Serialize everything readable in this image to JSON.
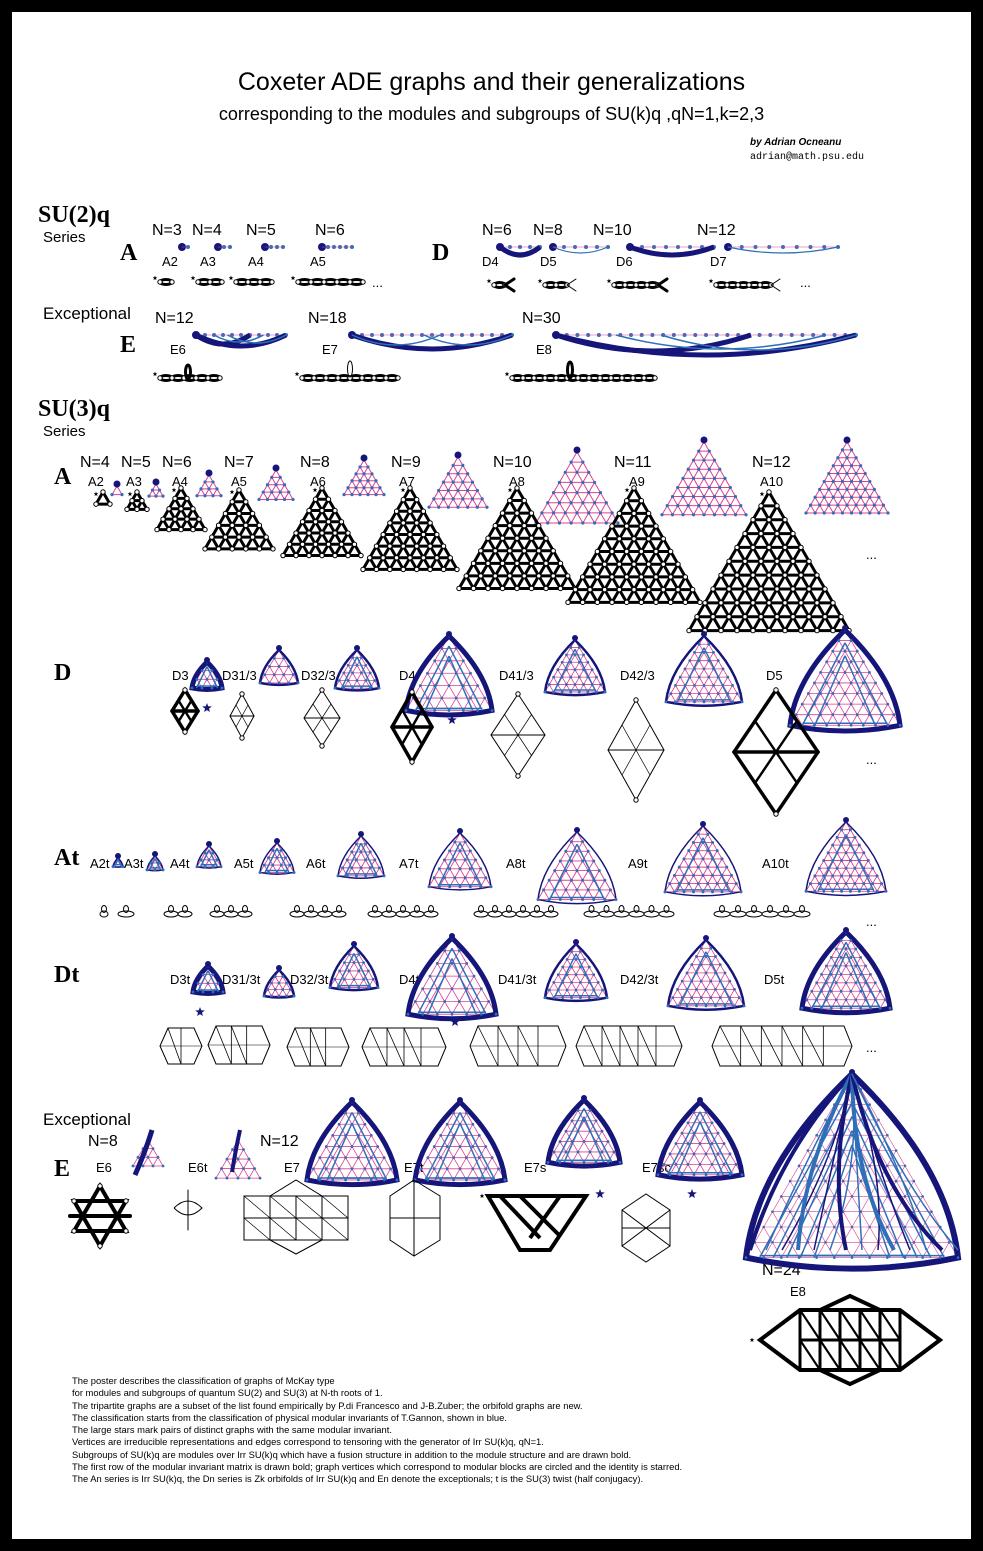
{
  "title": "Coxeter ADE graphs and their generalizations",
  "subtitle": "corresponding to the modules and subgroups of SU(k)q ,qN=1,k=2,3",
  "author": "by Adrian Ocneanu",
  "email": "adrian@math.psu.edu",
  "colors": {
    "navy": "#15157a",
    "blue": "#2f6fb8",
    "pink": "#e0408f",
    "black": "#000000"
  },
  "su2": {
    "heading": "SU(2)q",
    "series_label": "Series",
    "exceptional_label": "Exceptional",
    "A": {
      "letter": "A",
      "n_labels": [
        "N=3",
        "N=4",
        "N=5",
        "N=6"
      ],
      "graphs": [
        "A2",
        "A3",
        "A4",
        "A5"
      ],
      "more": "..."
    },
    "D": {
      "letter": "D",
      "n_labels": [
        "N=6",
        "N=8",
        "N=10",
        "N=12"
      ],
      "graphs": [
        "D4",
        "D5",
        "D6",
        "D7"
      ],
      "more": "..."
    },
    "E": {
      "letter": "E",
      "n_labels": [
        "N=12",
        "N=18",
        "N=30"
      ],
      "graphs": [
        "E6",
        "E7",
        "E8"
      ]
    }
  },
  "su3": {
    "heading": "SU(3)q",
    "series_label": "Series",
    "exceptional_label": "Exceptional",
    "A": {
      "letter": "A",
      "n_labels": [
        "N=4",
        "N=5",
        "N=6",
        "N=7",
        "N=8",
        "N=9",
        "N=10",
        "N=11",
        "N=12"
      ],
      "graphs": [
        "A2",
        "A3",
        "A4",
        "A5",
        "A6",
        "A7",
        "A8",
        "A9",
        "A10"
      ],
      "more": "..."
    },
    "D": {
      "letter": "D",
      "graphs": [
        "D3",
        "D31/3",
        "D32/3",
        "D4",
        "D41/3",
        "D42/3",
        "D5"
      ],
      "more": "..."
    },
    "At": {
      "letter": "At",
      "graphs": [
        "A2t",
        "A3t",
        "A4t",
        "A5t",
        "A6t",
        "A7t",
        "A8t",
        "A9t",
        "A10t"
      ],
      "more": "..."
    },
    "Dt": {
      "letter": "Dt",
      "graphs": [
        "D3t",
        "D31/3t",
        "D32/3t",
        "D4t",
        "D41/3t",
        "D42/3t",
        "D5t"
      ],
      "more": "..."
    },
    "E": {
      "letter": "E",
      "n_labels": [
        "N=8",
        "N=12",
        "N=24"
      ],
      "graphs": [
        "E6",
        "E6t",
        "E7",
        "E7t",
        "E7s",
        "E7sc",
        "E8"
      ]
    }
  },
  "notes": [
    "The poster describes the classification of graphs of McKay type",
    "for modules and subgroups of quantum SU(2) and SU(3) at N-th roots of 1.",
    "The tripartite graphs are a subset of the list found empirically by P.di Francesco and J-B.Zuber; the orbifold graphs are new.",
    "The classification starts from the classification of physical modular invariants of T.Gannon, shown in blue.",
    "The large stars mark pairs of distinct graphs with the same modular invariant.",
    "Vertices are irreducible representations and edges correspond to tensoring with the generator of Irr SU(k)q, qN=1.",
    "Subgroups of SU(k)q are modules over Irr SU(k)q  which have a fusion structure in addition to the module structure and are drawn bold.",
    "The first row of the modular invariant matrix is drawn bold; graph vertices which correspond to modular blocks are circled and the identity is starred.",
    "The An series is Irr SU(k)q, the Dn series is Zk orbifolds of Irr SU(k)q and En denote the exceptionals;   t is the SU(3) twist (half conjugacy)."
  ]
}
